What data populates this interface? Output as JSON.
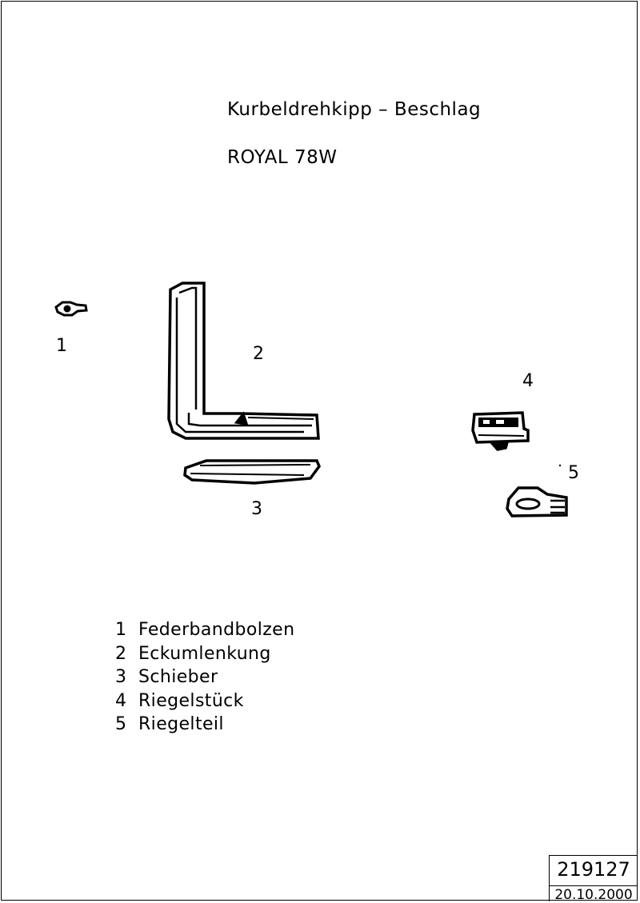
{
  "title": "Kurbeldrehkipp – Beschlag",
  "subtitle": "ROYAL 78W",
  "callouts": [
    "1",
    "2",
    "3",
    "4",
    "5"
  ],
  "legend": [
    {
      "number": "1",
      "label": "Federbandbolzen"
    },
    {
      "number": "2",
      "label": "Eckumlenkung"
    },
    {
      "number": "3",
      "label": "Schieber"
    },
    {
      "number": "4",
      "label": "Riegelstück"
    },
    {
      "number": "5",
      "label": "Riegelteil"
    }
  ],
  "stamp": {
    "id": "219127",
    "date": "20.10.2000"
  },
  "colors": {
    "ink": "#000000",
    "paper": "#ffffff"
  }
}
